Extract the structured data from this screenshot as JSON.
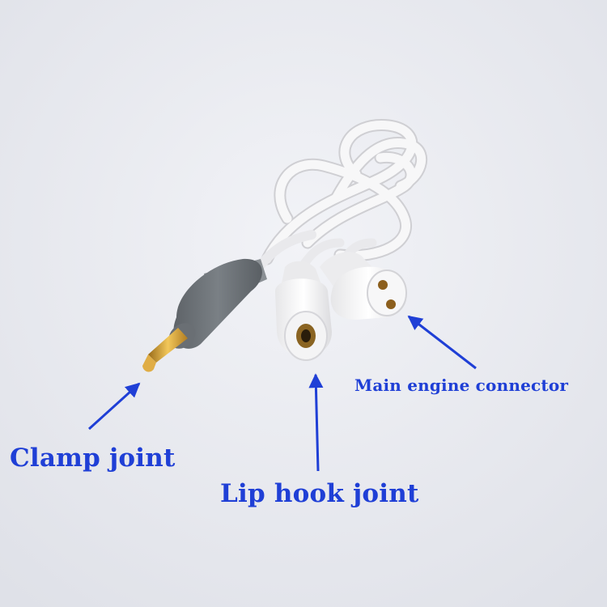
{
  "labels": {
    "clamp": "Clamp joint",
    "lip_hook": "Lip hook joint",
    "main_engine": "Main engine connector"
  },
  "colors": {
    "background": "#e9eaf0",
    "label_text": "#1f3fd6",
    "arrow": "#1f3fd6",
    "cable": "#f4f4f4",
    "plug_gray": "#6f7479",
    "pin_gold": "#d9a43a"
  },
  "icons": {
    "arrow": "arrow-icon"
  }
}
